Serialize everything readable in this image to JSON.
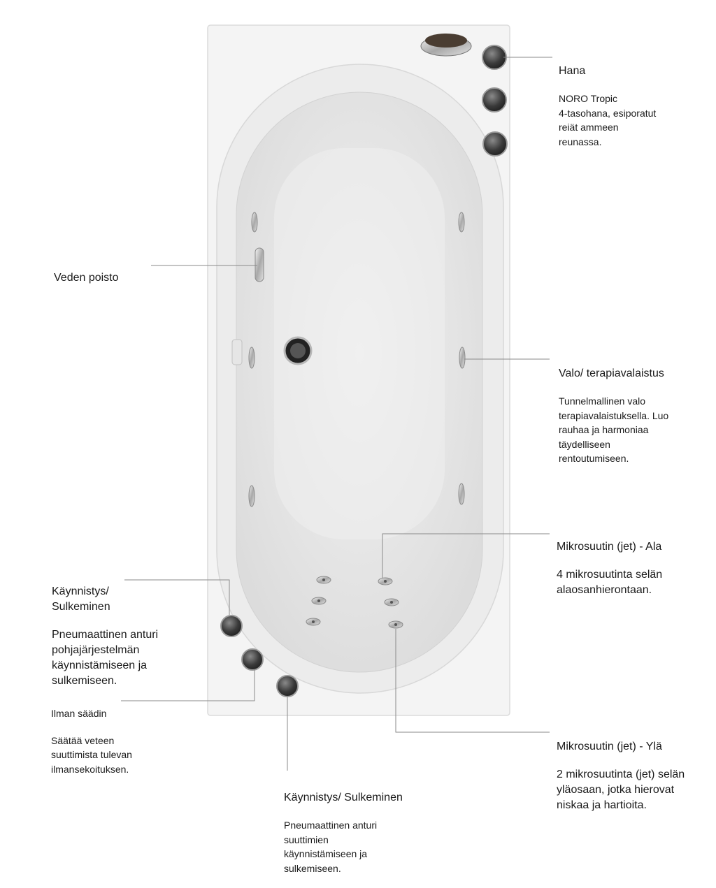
{
  "colors": {
    "tub_rim": "#f4f4f4",
    "tub_basin": "#e9e9e9",
    "leader_line": "#8a8a8a",
    "chrome": "#c8c8c8",
    "button_dark": "#3a3a3a",
    "text": "#1a1a1a"
  },
  "callouts": {
    "hana": {
      "title": "Hana",
      "desc": "NORO Tropic\n4-tasohana, esiporatut\nreiät ammeen\nreunassa."
    },
    "veden_poisto": {
      "title": "Veden poisto"
    },
    "valo": {
      "title": "Valo/ terapiavalaistus",
      "desc": "Tunnelmallinen valo\nterapiavalaistuksella. Luo\nrauhaa ja harmoniaa\ntäydelliseen\nrentoutumiseen."
    },
    "mikrosuutin_ala": {
      "title": "Mikrosuutin (jet) - Ala",
      "desc": "4 mikrosuutinta selän\nalaosanhierontaan."
    },
    "kaynnistys_pohja": {
      "title": "Käynnistys/\nSulkeminen",
      "desc": "Pneumaattinen anturi\npohjajärjestelmän\nkäynnistämiseen ja\nsulkemiseen."
    },
    "ilman_saadin": {
      "title": "Ilman säädin",
      "desc": "Säätää veteen\nsuuttimista tulevan\nilmansekoituksen."
    },
    "mikrosuutin_yla": {
      "title": "Mikrosuutin (jet) - Ylä",
      "desc": "2 mikrosuutinta (jet) selän\nyläosaan, jotka hierovat\nniskaa ja hartioita."
    },
    "kaynnistys_suuttimet": {
      "title": "Käynnistys/ Sulkeminen",
      "desc": "Pneumaattinen anturi\nsuuttimien\nkäynnistämiseen ja\nsulkemiseen."
    }
  }
}
